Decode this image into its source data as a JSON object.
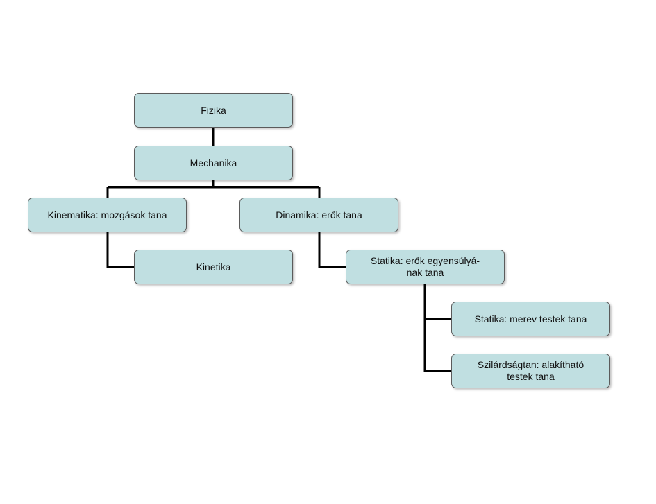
{
  "diagram": {
    "nodes": {
      "fizika": "Fizika",
      "mechanika": "Mechanika",
      "kinematika": "Kinematika: mozgások tana",
      "dinamika": "Dinamika: erők tana",
      "kinetika": "Kinetika",
      "statika": "Statika: erők egyensúlyá-\nnak tana",
      "merev": "Statika: merev testek tana",
      "szilard": "Szilárdságtan: alakítható\ntestek tana"
    },
    "node_fill": "#c0dfe1",
    "line_color": "#000000"
  }
}
